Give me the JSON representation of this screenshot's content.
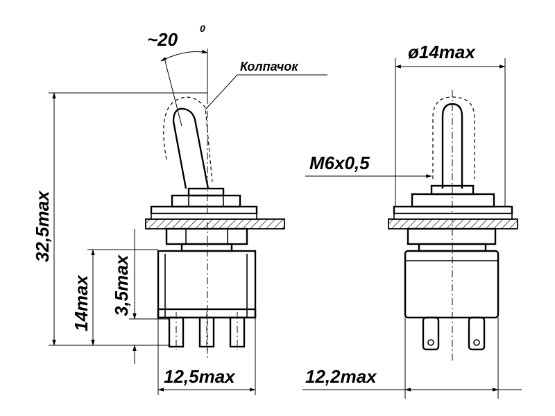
{
  "drawing": {
    "angle_label": "~20",
    "angle_unit": "0",
    "cap_label": "Колпачок",
    "diameter_label": "ø14max",
    "thread_label": "M6x0,5",
    "height_total_label": "32,5max",
    "height_body_label": "14max",
    "pin_length_label": "3,5max",
    "width_front_label": "12,5max",
    "width_side_label": "12,2max"
  }
}
